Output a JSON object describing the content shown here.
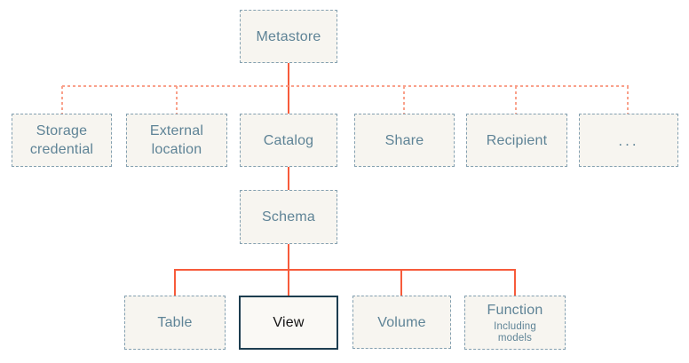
{
  "nodes": {
    "metastore": {
      "label": "Metastore"
    },
    "storage_credential": {
      "label": "Storage credential"
    },
    "external_location": {
      "label": "External location"
    },
    "catalog": {
      "label": "Catalog"
    },
    "share": {
      "label": "Share"
    },
    "recipient": {
      "label": "Recipient"
    },
    "more": {
      "label": "..."
    },
    "schema": {
      "label": "Schema"
    },
    "table": {
      "label": "Table"
    },
    "view": {
      "label": "View"
    },
    "volume": {
      "label": "Volume"
    },
    "function": {
      "label": "Function",
      "sublabel": "Including models"
    }
  },
  "colors": {
    "node_fill": "#f7f5f0",
    "node_border": "#84a0b0",
    "node_text": "#5e8396",
    "connector_solid": "#f75b3b",
    "connector_dotted": "#f9a18b",
    "highlight_border": "#1d3e50",
    "highlight_text": "#141414"
  }
}
